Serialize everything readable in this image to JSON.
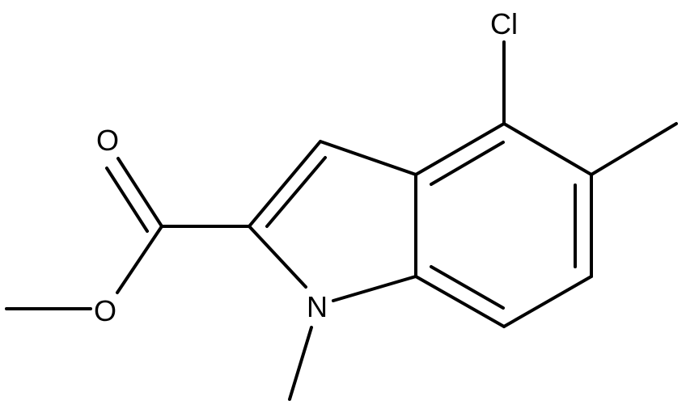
{
  "molecule": {
    "atoms": {
      "chlorine": "Cl",
      "carbonyl_oxygen": "O",
      "ester_oxygen": "O",
      "nitrogen": "N"
    }
  },
  "colors": {
    "bond": "#000000",
    "label": "#000000",
    "background": "#ffffff"
  }
}
